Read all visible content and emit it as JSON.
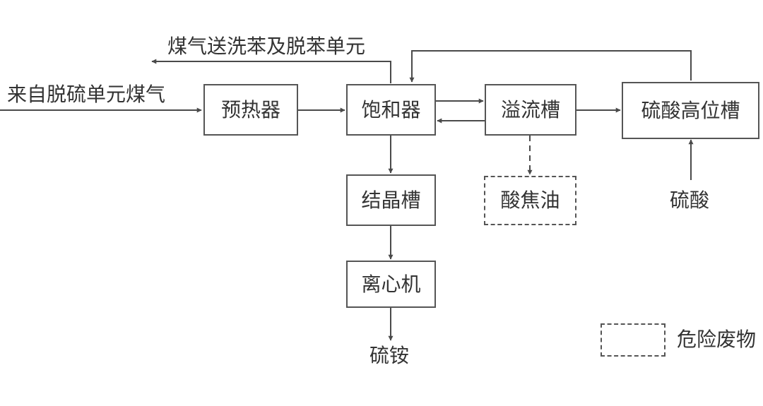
{
  "nodes": {
    "preheater": "预热器",
    "saturator": "饱和器",
    "overflow_tank": "溢流槽",
    "acid_high_tank": "硫酸高位槽",
    "crystallization_tank": "结晶槽",
    "acid_tar": "酸焦油",
    "centrifuge": "离心机"
  },
  "labels": {
    "gas_in": "来自脱硫单元煤气",
    "gas_out": "煤气送洗苯及脱苯单元",
    "sulfuric_acid": "硫酸",
    "ammonium_sulfate": "硫铵"
  },
  "legend": {
    "hazardous_waste": "危险废物"
  },
  "colors": {
    "line": "#4a4a4a",
    "border": "#555555",
    "text": "#333333"
  }
}
